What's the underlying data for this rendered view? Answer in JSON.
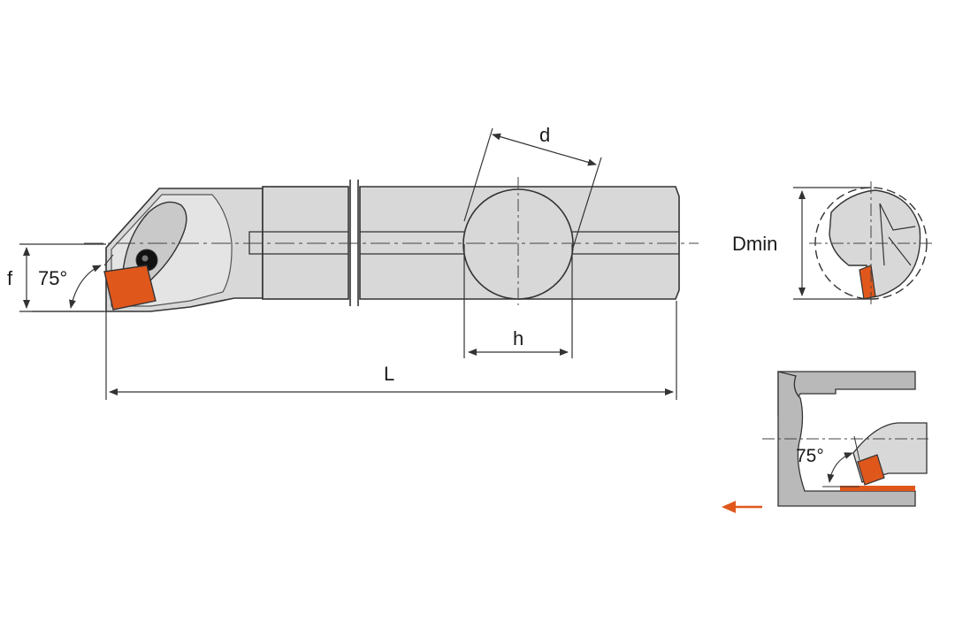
{
  "labels": {
    "f": "f",
    "angle_main": "75°",
    "d": "d",
    "h": "h",
    "L": "L",
    "Dmin": "Dmin",
    "angle_detail": "75°"
  },
  "colors": {
    "insert": "#e0571c",
    "body": "#d8d8d8",
    "body_dark": "#bdbdbd",
    "outline": "#333333",
    "background": "#ffffff"
  }
}
